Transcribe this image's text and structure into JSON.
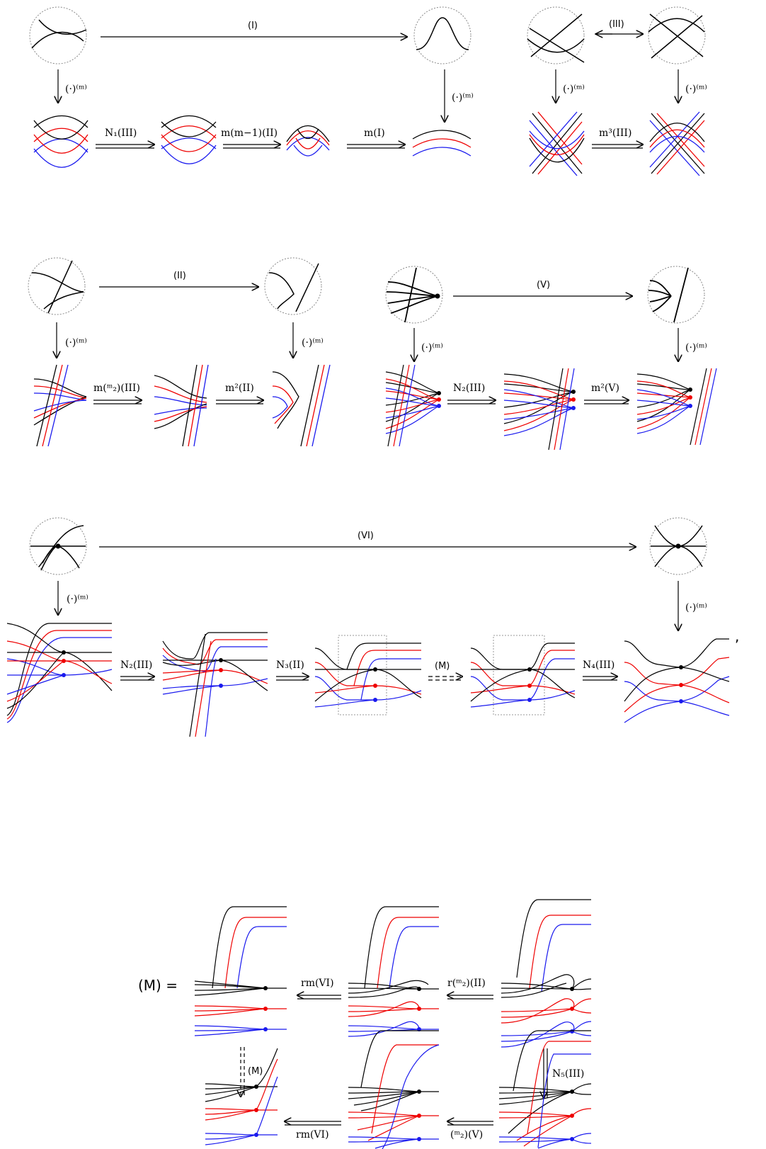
{
  "colors": {
    "black": "#000000",
    "red": "#ee0000",
    "blue": "#1a1aee",
    "dotted": "#888888"
  },
  "labels": {
    "r1": {
      "top": "(I)",
      "arr1": "N₁(III)",
      "arr2": "m(m−1)(II)",
      "arr3": "m(I)",
      "down": "(·)⁽ᵐ⁾"
    },
    "r1b": {
      "top": "(III)",
      "arr1": "m³(III)",
      "down": "(·)⁽ᵐ⁾"
    },
    "r2": {
      "top": "(II)",
      "arr1": "m(ᵐ₂)(III)",
      "arr2": "m²(II)",
      "down": "(·)⁽ᵐ⁾"
    },
    "r2b": {
      "top": "(V)",
      "arr1": "N₂(III)",
      "arr2": "m²(V)",
      "down": "(·)⁽ᵐ⁾"
    },
    "r3": {
      "top": "(VI)",
      "arr1": "N₂(III)",
      "arr2": "N₃(II)",
      "arr3": "(M)",
      "arr4": "N₄(III)",
      "down": "(·)⁽ᵐ⁾",
      "comma": ","
    },
    "m": {
      "eq": "(M) =",
      "top1": "rm(VI)",
      "top2": "r(ᵐ₂)(II)",
      "right": "N₅(III)",
      "left": "(M)",
      "bot1": "rm(VI)",
      "bot2": "(ᵐ₂)(V)"
    }
  }
}
